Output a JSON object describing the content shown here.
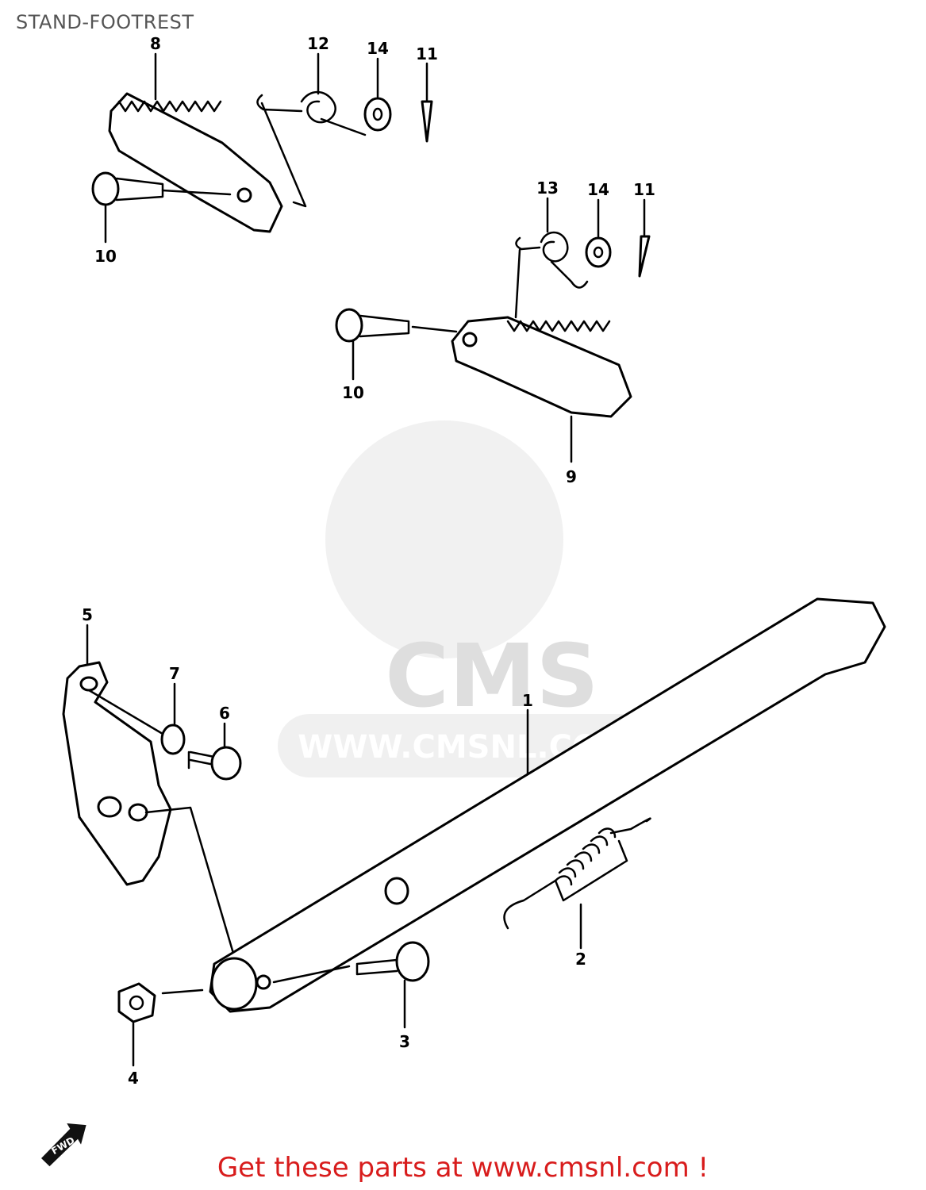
{
  "title": "STAND-FOOTREST",
  "watermark": {
    "brand": "CMS",
    "url": "WWW.CMSNL.COM"
  },
  "footer": {
    "call_to_action": "Get these parts at www.cmsnl.com !",
    "color": "#d81c1c"
  },
  "fwd_marker": "FWD",
  "part_labels": [
    "8",
    "12",
    "14",
    "11",
    "10",
    "13",
    "14",
    "11",
    "10",
    "9",
    "5",
    "7",
    "6",
    "1",
    "2",
    "3",
    "4"
  ]
}
